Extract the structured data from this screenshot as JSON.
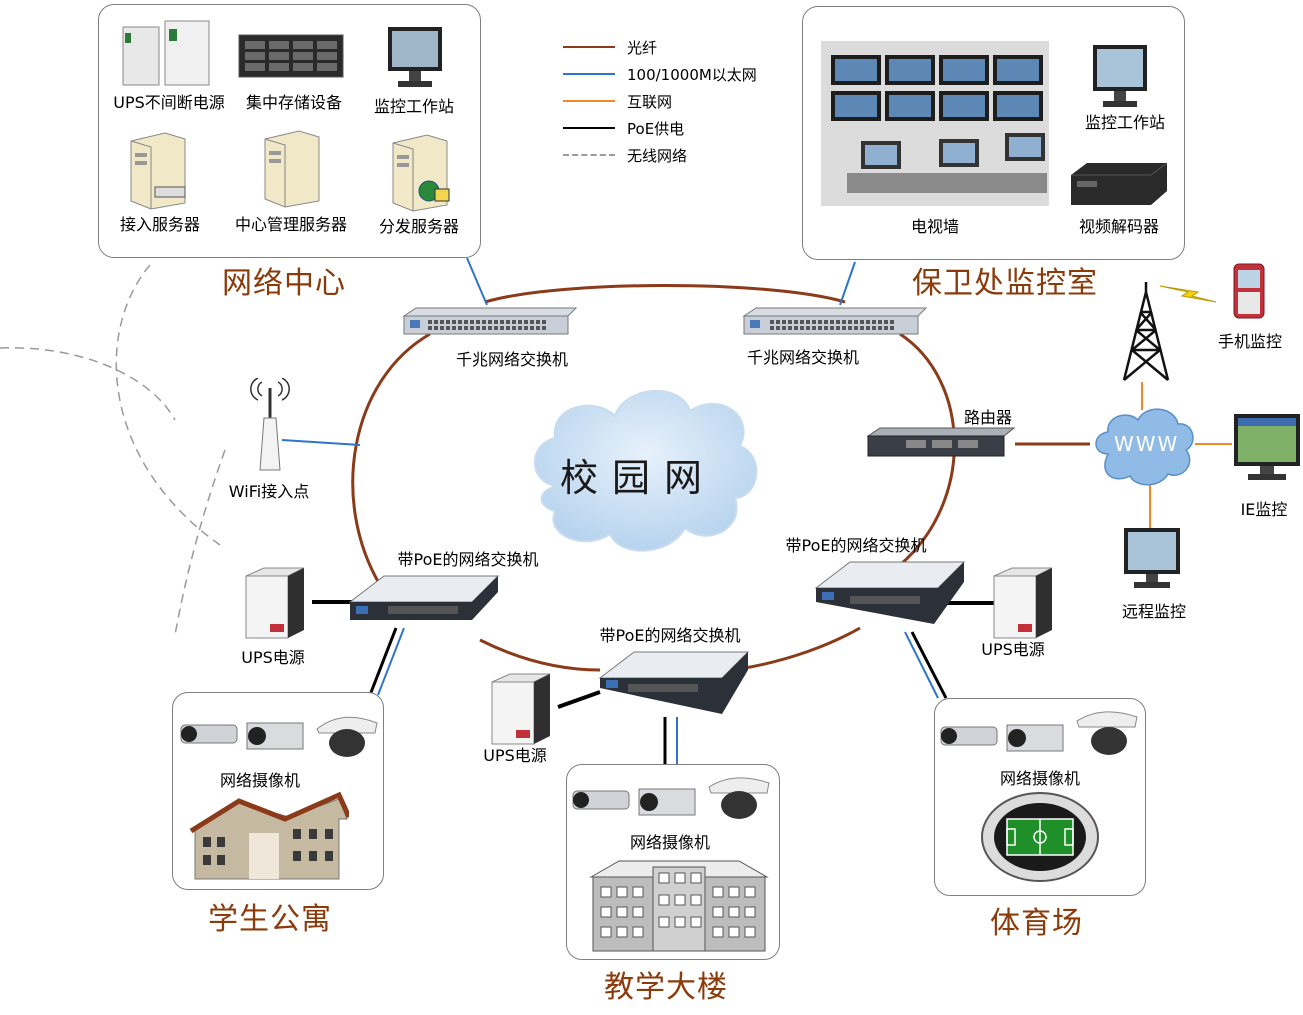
{
  "legend": {
    "fiber": "光纤",
    "ethernet": "100/1000M以太网",
    "internet": "互联网",
    "poe": "PoE供电",
    "wireless": "无线网络",
    "colors": {
      "fiber": "#8b3a1a",
      "ethernet": "#2e75c9",
      "internet": "#f08a24",
      "poe": "#000000",
      "wireless": "#9a9a9a"
    }
  },
  "network_center": {
    "title": "网络中心",
    "ups": "UPS不间断电源",
    "storage": "集中存储设备",
    "workstation": "监控工作站",
    "access_server": "接入服务器",
    "mgmt_server": "中心管理服务器",
    "dist_server": "分发服务器"
  },
  "security_room": {
    "title": "保卫处监控室",
    "tv_wall": "电视墙",
    "workstation": "监控工作站",
    "decoder": "视频解码器"
  },
  "core": {
    "switch_left": "千兆网络交换机",
    "switch_right": "千兆网络交换机",
    "campus": "校园网",
    "router": "路由器",
    "www": "WWW",
    "wifi": "WiFi接入点"
  },
  "remote": {
    "mobile": "手机监控",
    "ie": "IE监控",
    "remote": "远程监控"
  },
  "edge": {
    "poe_left": "带PoE的网络交换机",
    "poe_mid": "带PoE的网络交换机",
    "poe_right": "带PoE的网络交换机",
    "ups_left": "UPS电源",
    "ups_mid": "UPS电源",
    "ups_right": "UPS电源"
  },
  "dorm": {
    "title": "学生公寓",
    "camera": "网络摄像机"
  },
  "teaching": {
    "title": "教学大楼",
    "camera": "网络摄像机"
  },
  "stadium": {
    "title": "体育场",
    "camera": "网络摄像机"
  }
}
